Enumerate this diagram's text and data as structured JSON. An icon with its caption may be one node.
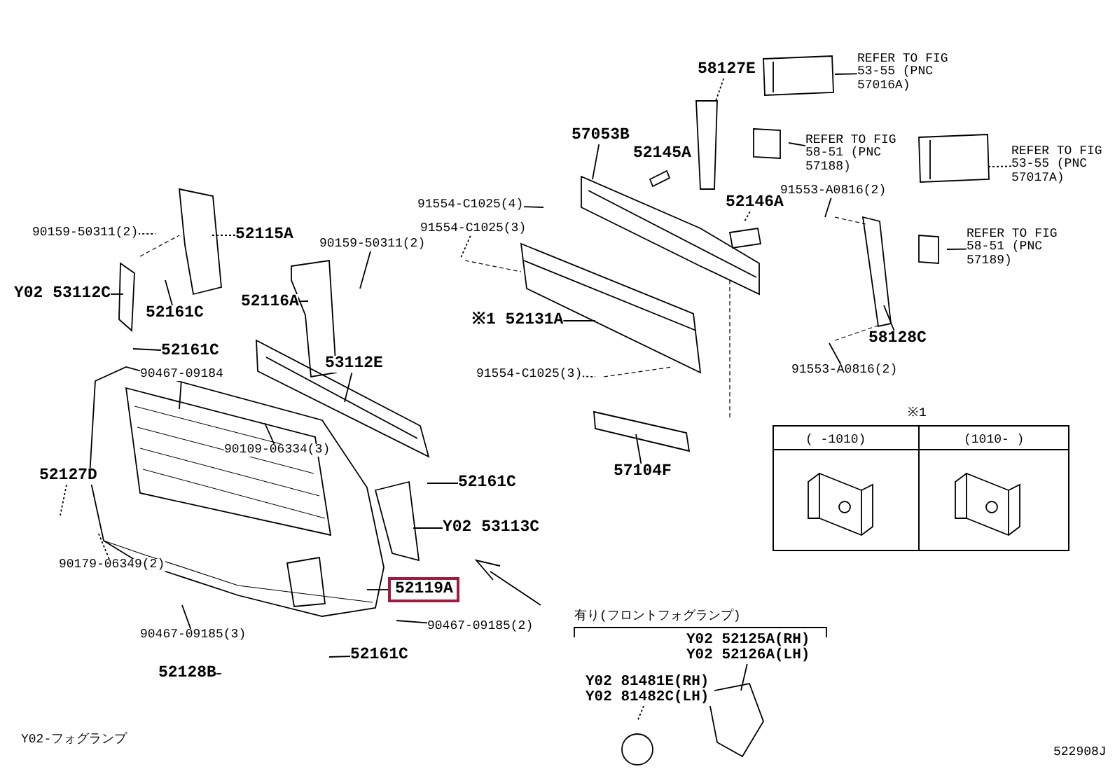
{
  "diagram": {
    "nodes": [
      {
        "text": [
          "90159-50311(2)"
        ]
      },
      {
        "text": [
          "52115A"
        ]
      },
      {
        "text": [
          "Y02 53112C"
        ]
      },
      {
        "text": [
          "52161C"
        ]
      },
      {
        "text": [
          "52161C"
        ]
      },
      {
        "text": [
          "90467-09184"
        ]
      },
      {
        "text": [
          "90159-50311(2)"
        ]
      },
      {
        "text": [
          "52116A"
        ]
      },
      {
        "text": [
          "53112E"
        ]
      },
      {
        "text": [
          "90109-06334(3)"
        ]
      },
      {
        "text": [
          "52127D"
        ]
      },
      {
        "text": [
          "52161C"
        ]
      },
      {
        "text": [
          "Y02 53113C"
        ]
      },
      {
        "text": [
          "52119A"
        ]
      },
      {
        "text": [
          "90179-06349(2)"
        ]
      },
      {
        "text": [
          "90467-09185(3)"
        ]
      },
      {
        "text": [
          "90467-09185(2)"
        ]
      },
      {
        "text": [
          "52161C"
        ]
      },
      {
        "text": [
          "52128B"
        ]
      },
      {
        "text": [
          "91554-C1025(4)"
        ]
      },
      {
        "text": [
          "91554-C1025(3)"
        ]
      },
      {
        "text": [
          "※1 52131A"
        ]
      },
      {
        "text": [
          "91554-C1025(3)"
        ]
      },
      {
        "text": [
          "57053B"
        ]
      },
      {
        "text": [
          "58127E"
        ]
      },
      {
        "text": [
          "REFER TO FIG 53-55 (PNC 57016A)"
        ]
      },
      {
        "text": [
          "REFER TO FIG 58-51 (PNC 57188)"
        ]
      },
      {
        "text": [
          "REFER TO FIG 53-55 (PNC 57017A)"
        ]
      },
      {
        "text": [
          "52146A"
        ]
      },
      {
        "text": [
          "91553-A0816(2)"
        ]
      },
      {
        "text": [
          "REFER TO FIG 58-51 (PNC 57189)"
        ]
      },
      {
        "text": [
          "58128C"
        ]
      },
      {
        "text": [
          "91553-A0816(2)"
        ]
      },
      {
        "text": [
          "57104F"
        ]
      },
      {
        "text": [
          "Y02 52125A(RH) Y02 52126A(LH)"
        ]
      },
      {
        "text": [
          "Y02 81481E(RH) Y02 81482C(LH)"
        ]
      },
      {
        "text": [
          "52145A"
        ]
      }
    ],
    "edges": [
      {
        "from": 0,
        "to": null,
        "arrow": "none",
        "style": "dashed"
      },
      {
        "from": 1,
        "to": null,
        "arrow": "none",
        "style": "dashed"
      },
      {
        "from": 2,
        "to": null,
        "arrow": "none"
      },
      {
        "from": 3,
        "to": null,
        "arrow": "none"
      },
      {
        "from": 4,
        "to": null,
        "arrow": "none"
      },
      {
        "from": 5,
        "to": null,
        "arrow": "none"
      },
      {
        "from": 6,
        "to": null,
        "arrow": "none"
      },
      {
        "from": 7,
        "to": null,
        "arrow": "none"
      },
      {
        "from": 8,
        "to": null,
        "arrow": "none"
      },
      {
        "from": 9,
        "to": null,
        "arrow": "none"
      },
      {
        "from": 10,
        "to": null,
        "arrow": "none",
        "style": "dashed"
      },
      {
        "from": 11,
        "to": null,
        "arrow": "none"
      },
      {
        "from": 12,
        "to": null,
        "arrow": "none"
      },
      {
        "from": 13,
        "to": null,
        "arrow": "none"
      },
      {
        "from": 14,
        "to": null,
        "arrow": "none",
        "style": "dashed"
      },
      {
        "from": 15,
        "to": null,
        "arrow": "none"
      },
      {
        "from": 16,
        "to": null,
        "arrow": "none"
      },
      {
        "from": 17,
        "to": null,
        "arrow": "none"
      },
      {
        "from": 18,
        "to": null,
        "arrow": "none"
      },
      {
        "from": 19,
        "to": null,
        "arrow": "none"
      },
      {
        "from": 20,
        "to": null,
        "arrow": "none",
        "style": "dashed"
      },
      {
        "from": 21,
        "to": null,
        "arrow": "none"
      },
      {
        "from": 22,
        "to": null,
        "arrow": "none",
        "style": "dashed"
      },
      {
        "from": 23,
        "to": null,
        "arrow": "none"
      },
      {
        "from": 24,
        "to": null,
        "arrow": "none",
        "style": "dashed"
      },
      {
        "from": 25,
        "to": null,
        "arrow": "none"
      },
      {
        "from": 26,
        "to": null,
        "arrow": "none"
      },
      {
        "from": 27,
        "to": null,
        "arrow": "none",
        "style": "dashed"
      },
      {
        "from": 28,
        "to": null,
        "arrow": "none",
        "style": "dashed"
      },
      {
        "from": 29,
        "to": null,
        "arrow": "none"
      },
      {
        "from": 30,
        "to": null,
        "arrow": "none"
      },
      {
        "from": 31,
        "to": null,
        "arrow": "none"
      },
      {
        "from": 32,
        "to": null,
        "arrow": "none"
      },
      {
        "from": 33,
        "to": null,
        "arrow": "none"
      },
      {
        "from": 34,
        "to": null,
        "arrow": "none"
      },
      {
        "from": 35,
        "to": null,
        "arrow": "none",
        "style": "dashed"
      }
    ],
    "labels": [
      "※1",
      "( -1010)",
      "(1010- )",
      "有り(フロントフォグランプ)",
      "Y02-フォグランプ",
      "522908J"
    ]
  }
}
